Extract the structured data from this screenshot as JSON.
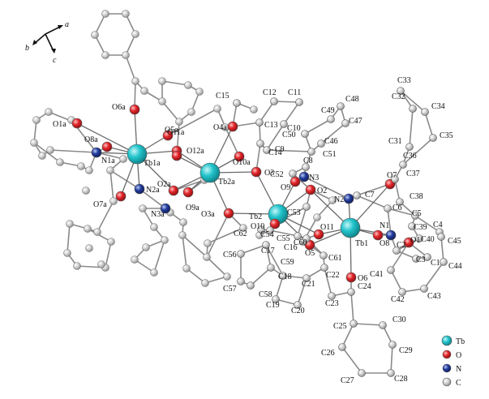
{
  "axes": {
    "a": "a",
    "b": "b",
    "c": "c"
  },
  "colors": {
    "Tb": "#22c4cc",
    "O": "#e2262a",
    "N": "#223d9e",
    "C": "#bdbdbd"
  },
  "legend": [
    {
      "element": "Tb",
      "label": "Tb"
    },
    {
      "element": "O",
      "label": "O"
    },
    {
      "element": "N",
      "label": "N"
    },
    {
      "element": "C",
      "label": "C"
    }
  ],
  "atoms": {
    "Tb1": "Tb1",
    "Tb2": "Tb2",
    "Tb1a": "Tb1a",
    "Tb2a": "Tb2a",
    "N1": "N1",
    "N2": "N2",
    "N3": "N3",
    "N1a": "N1a",
    "N2a": "N2a",
    "N3a": "N3a",
    "O1": "O1",
    "O2": "O2",
    "O3": "O3",
    "O5": "O5",
    "O6": "O6",
    "O7": "O7",
    "O8": "O8",
    "O9": "O9",
    "O10": "O10",
    "O11": "O11",
    "O1a": "O1a",
    "O2a": "O2a",
    "O3a": "O3a",
    "O4a": "O4a",
    "O5a": "O5a",
    "O6a": "O6a",
    "O7a": "O7a",
    "O8a": "O8a",
    "O9a": "O9a",
    "O10a": "O10a",
    "O11a": "O11a",
    "O12a": "O12a",
    "C1": "C1",
    "C2": "C2",
    "C3": "C3",
    "C4": "C4",
    "C5": "C5",
    "C6": "C6",
    "C7": "C7",
    "C8": "C8",
    "C9": "C9",
    "C10": "C10",
    "C11": "C11",
    "C12": "C12",
    "C13": "C13",
    "C14": "C14",
    "C15": "C15",
    "C16": "C16",
    "C17": "C17",
    "C18": "C18",
    "C19": "C19",
    "C20": "C20",
    "C21": "C21",
    "C22": "C22",
    "C23": "C23",
    "C24": "C24",
    "C25": "C25",
    "C26": "C26",
    "C27": "C27",
    "C28": "C28",
    "C29": "C29",
    "C30": "C30",
    "C31": "C31",
    "C32": "C32",
    "C33": "C33",
    "C34": "C34",
    "C35": "C35",
    "C36": "C36",
    "C37": "C37",
    "C38": "C38",
    "C39": "C39",
    "C40": "C40",
    "C41": "C41",
    "C42": "C42",
    "C43": "C43",
    "C44": "C44",
    "C45": "C45",
    "C46": "C46",
    "C47": "C47",
    "C48": "C48",
    "C49": "C49",
    "C50": "C50",
    "C51": "C51",
    "C52": "C52",
    "C53": "C53",
    "C54": "C54",
    "C55": "C55",
    "C56": "C56",
    "C57": "C57",
    "C58": "C58",
    "C59": "C59",
    "C60": "C60",
    "C61": "C61",
    "C62": "C62"
  }
}
